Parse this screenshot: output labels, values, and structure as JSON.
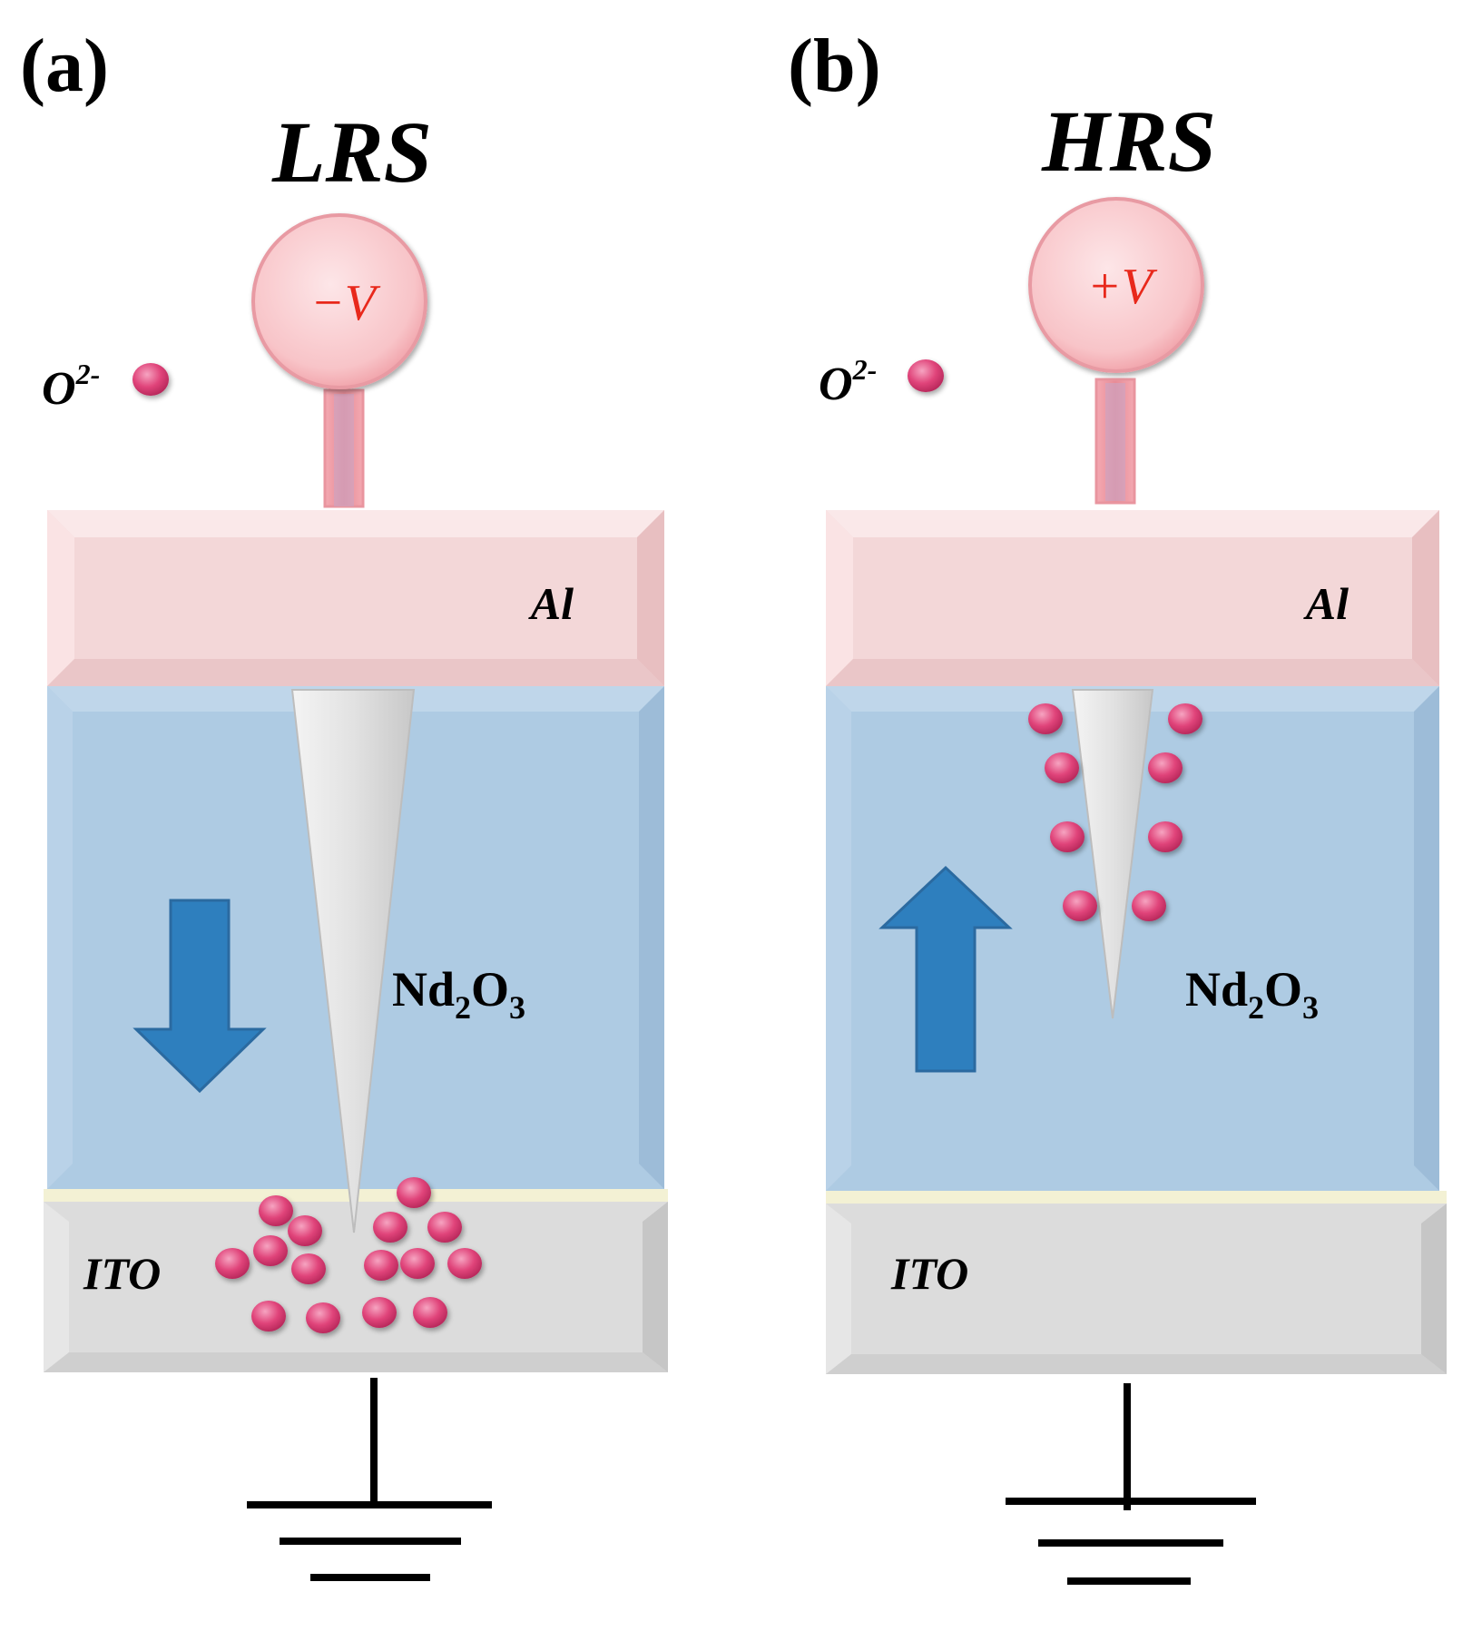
{
  "panels": [
    {
      "id": "a",
      "label": "(a)",
      "state": "LRS",
      "voltage": {
        "sign": "−",
        "symbol": "V"
      },
      "ion_label": {
        "base": "O",
        "charge": "2-"
      },
      "top_electrode": "Al",
      "oxide": {
        "base": "Nd",
        "sub1": "2",
        "mid": "O",
        "sub2": "3"
      },
      "bottom_electrode": "ITO",
      "ion_flow": "down",
      "ion_location": "ITO bottom electrode"
    },
    {
      "id": "b",
      "label": "(b)",
      "state": "HRS",
      "voltage": {
        "sign": "+",
        "symbol": "V"
      },
      "ion_label": {
        "base": "O",
        "charge": "2-"
      },
      "top_electrode": "Al",
      "oxide": {
        "base": "Nd",
        "sub1": "2",
        "mid": "O",
        "sub2": "3"
      },
      "bottom_electrode": "ITO",
      "ion_flow": "up",
      "ion_location": "around filament tip in Nd2O3"
    }
  ],
  "colors": {
    "al_layer": "#f3d7d8",
    "oxide_layer": "#aecbe3",
    "ito_layer": "#dcdcdc",
    "filament": "#e6e6e6",
    "ion": "#e0447a",
    "arrow": "#2e7fbe",
    "probe": "#f8c4c8",
    "voltage_text": "#e8281b",
    "ground": "#000000"
  }
}
